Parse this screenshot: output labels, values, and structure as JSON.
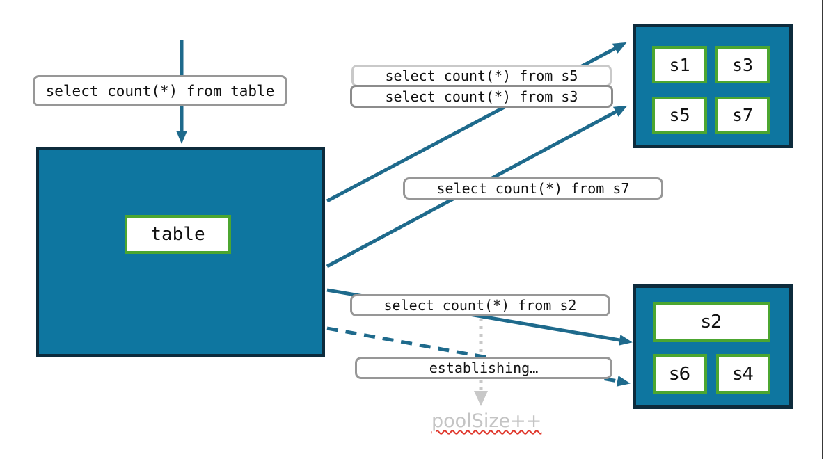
{
  "diagram": {
    "queries": {
      "table": "select count(*) from table",
      "s5": "select count(*) from s5",
      "s3": "select count(*) from s3",
      "s7": "select count(*) from s7",
      "s2": "select count(*) from s2"
    },
    "status": {
      "establishing": "establishing…",
      "poolsize": "poolSize++"
    },
    "table_node": {
      "label": "table"
    },
    "pool_top": {
      "shards": [
        "s1",
        "s3",
        "s5",
        "s7"
      ]
    },
    "pool_bottom": {
      "shards": [
        "s2",
        "s6",
        "s4"
      ]
    },
    "colors": {
      "node_fill": "#0E76A0",
      "node_border": "#0D2B3C",
      "shard_border": "#4CA630",
      "arrow_teal": "#1E6A8C",
      "label_border": "#979797",
      "label_border_light": "#C9C9C9",
      "muted_gray": "#C6C6C6",
      "spellcheck_red": "#E0392E"
    }
  }
}
